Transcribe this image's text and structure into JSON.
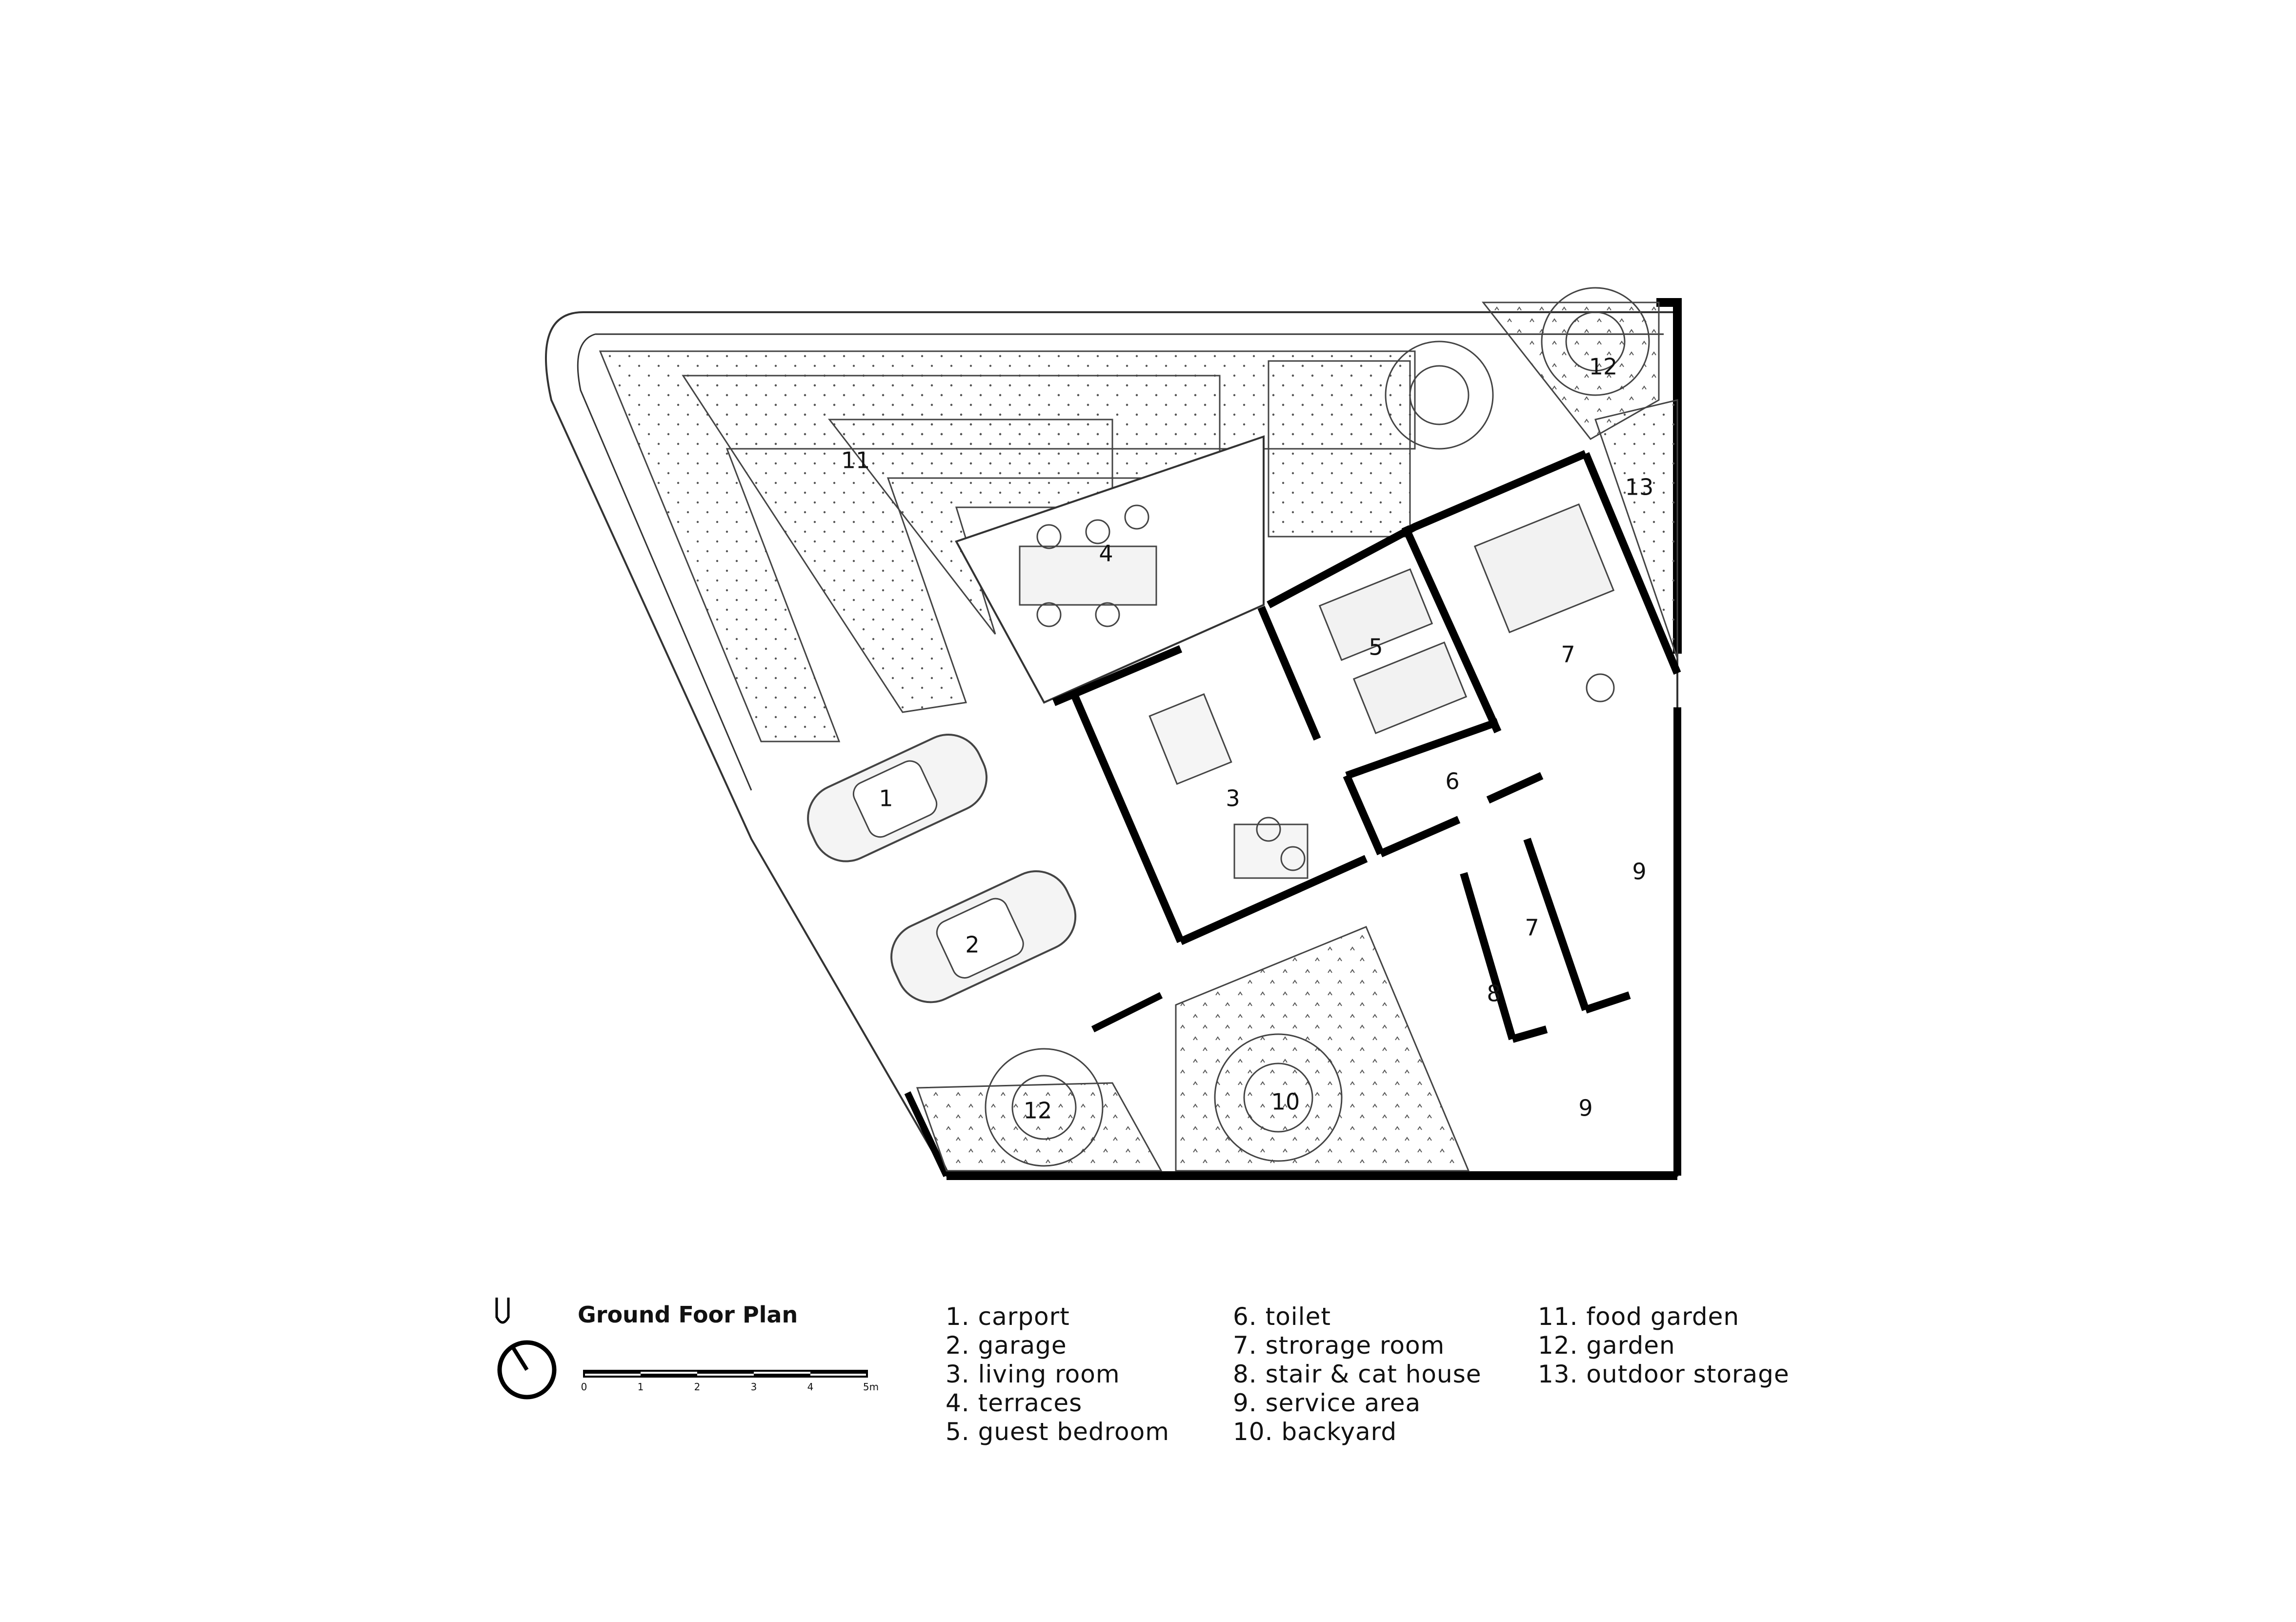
{
  "title": "Ground Foor Plan",
  "scale_labels": [
    "0",
    "1",
    "2",
    "3",
    "4",
    "5m"
  ],
  "rooms": [
    {
      "id": "room-1",
      "label": "1"
    },
    {
      "id": "room-2",
      "label": "2"
    },
    {
      "id": "room-3",
      "label": "3"
    },
    {
      "id": "room-4",
      "label": "4"
    },
    {
      "id": "room-5",
      "label": "5"
    },
    {
      "id": "room-6",
      "label": "6"
    },
    {
      "id": "room-7a",
      "label": "7"
    },
    {
      "id": "room-7b",
      "label": "7"
    },
    {
      "id": "room-8",
      "label": "8"
    },
    {
      "id": "room-9a",
      "label": "9"
    },
    {
      "id": "room-9b",
      "label": "9"
    },
    {
      "id": "room-10",
      "label": "10"
    },
    {
      "id": "room-11",
      "label": "11"
    },
    {
      "id": "room-12a",
      "label": "12"
    },
    {
      "id": "room-12b",
      "label": "12"
    },
    {
      "id": "room-13",
      "label": "13"
    }
  ],
  "legend": {
    "col1": [
      "1. carport",
      "2. garage",
      "3. living room",
      "4. terraces",
      "5. guest bedroom"
    ],
    "col2": [
      "6. toilet",
      "7. strorage room",
      "8. stair & cat house",
      "9. service area",
      "10. backyard"
    ],
    "col3": [
      "11. food garden",
      "12. garden",
      "13. outdoor storage"
    ]
  },
  "icons": {
    "north_arrow": "north-arrow-icon"
  }
}
